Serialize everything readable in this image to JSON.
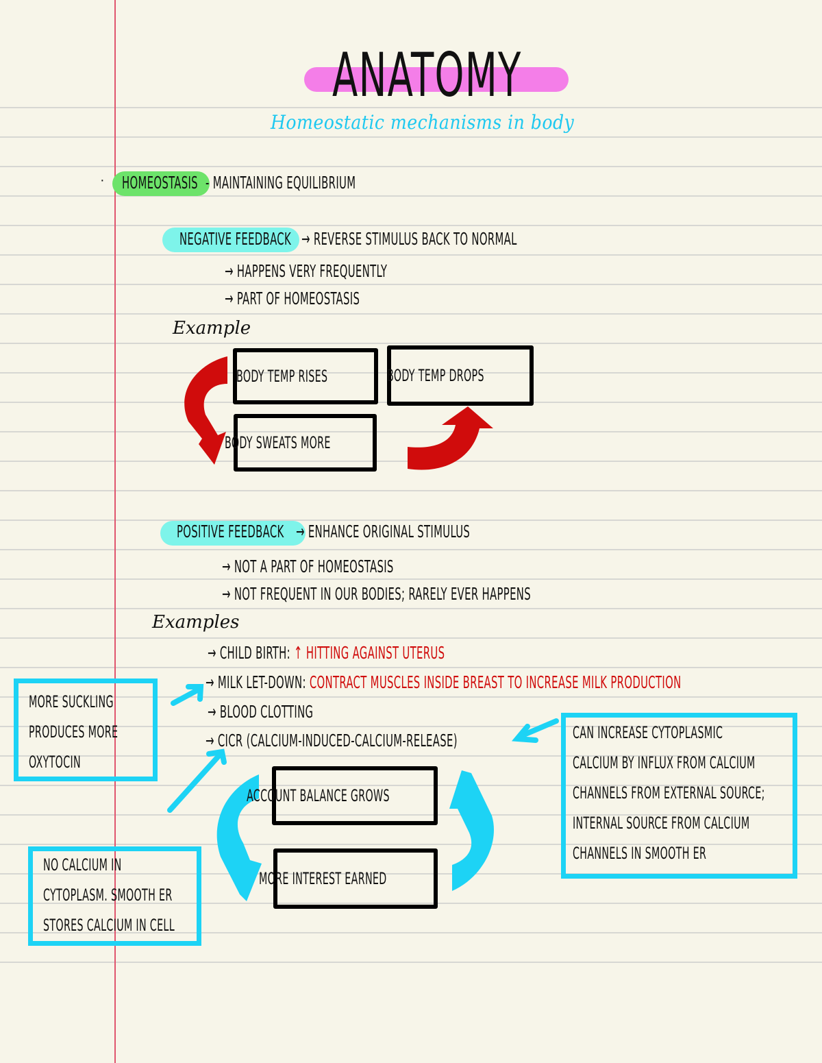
{
  "colors": {
    "paper": "#f7f5e9",
    "rule_line": "#d7d7d3",
    "margin_line": "#e0556e",
    "title_highlight": "#f47ee8",
    "subtitle": "#1ec8f0",
    "homeostasis_highlight": "#6de36a",
    "feedback_highlight": "#7ef4ea",
    "red_arrow": "#d00c0c",
    "red_text": "#d00c0c",
    "callout_blue": "#1dd3f5"
  },
  "header": {
    "title": "ANATOMY",
    "subtitle": "Homeostatic mechanisms in body"
  },
  "homeostasis": {
    "bullet": "·",
    "term": "HOMEOSTASIS",
    "definition": "- MAINTAINING EQUILIBRIUM"
  },
  "negative_feedback": {
    "term": "NEGATIVE FEEDBACK",
    "definition": "→ REVERSE STIMULUS BACK TO NORMAL",
    "points": [
      "→  HAPPENS VERY FREQUENTLY",
      "→  PART OF HOMEOSTASIS"
    ],
    "example_label": "Example",
    "diagram": {
      "boxes": [
        "BODY TEMP RISES",
        "BODY SWEATS MORE",
        "BODY TEMP DROPS"
      ]
    }
  },
  "positive_feedback": {
    "term": "POSITIVE FEEDBACK",
    "definition": "→ ENHANCE ORIGINAL STIMULUS",
    "points": [
      "→ NOT A PART OF HOMEOSTASIS",
      "→ NOT FREQUENT IN OUR BODIES; RARELY EVER HAPPENS"
    ],
    "examples_label": "Examples",
    "examples": [
      {
        "label": "→ CHILD BIRTH:",
        "detail": "↑ HITTING AGAINST UTERUS"
      },
      {
        "label": "→ MILK LET-DOWN:",
        "detail": "CONTRACT MUSCLES INSIDE BREAST TO INCREASE MILK PRODUCTION"
      },
      {
        "label": "→ BLOOD CLOTTING",
        "detail": ""
      },
      {
        "label": "→ CICR (CALCIUM-INDUCED-CALCIUM-RELEASE)",
        "detail": ""
      }
    ],
    "diagram": {
      "boxes": [
        "ACCOUNT BALANCE GROWS",
        "MORE INTEREST EARNED"
      ]
    }
  },
  "callouts": {
    "suckling": [
      "MORE SUCKLING",
      "PRODUCES MORE",
      "OXYTOCIN"
    ],
    "cicr_increase": [
      "CAN INCREASE CYTOPLASMIC",
      "CALCIUM BY INFLUX FROM CALCIUM",
      "CHANNELS FROM EXTERNAL SOURCE;",
      "INTERNAL SOURCE FROM CALCIUM",
      "CHANNELS IN SMOOTH ER"
    ],
    "no_calcium": [
      "NO CALCIUM IN",
      "CYTOPLASM. SMOOTH ER",
      "STORES CALCIUM IN CELL"
    ]
  }
}
